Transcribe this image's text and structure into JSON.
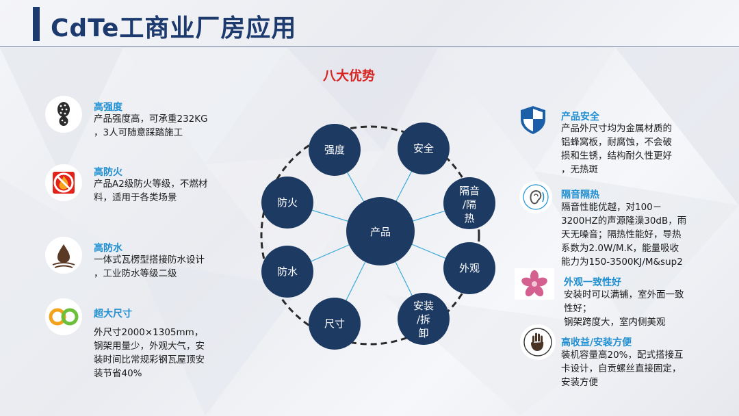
{
  "title": "CdTe工商业厂房应用",
  "subtitle": "八大优势",
  "hub_label": "产品",
  "nodes": {
    "strength": "强度",
    "safety": "安全",
    "sound_1": "隔音",
    "sound_2": "/隔",
    "sound_3": "热",
    "appearance": "外观",
    "install_1": "安装",
    "install_2": "/拆",
    "install_3": "卸",
    "size": "尺寸",
    "waterproof": "防水",
    "fireproof": "防火"
  },
  "colors": {
    "node_fill": "#1d3a63",
    "title": "#1d3a6e",
    "heading": "#1f8fd1",
    "subtitle": "#d6231f",
    "spoke": "#3aa9d9"
  },
  "left_features": [
    {
      "icon": "footprint-icon",
      "heading": "高强度",
      "lines": [
        "产品强度高，可承重232KG",
        "，3人可随意踩踏施工"
      ]
    },
    {
      "icon": "no-fire-icon",
      "heading": "高防火",
      "lines": [
        "产品A2级防火等级，不燃材",
        "料，适用于各类场景"
      ]
    },
    {
      "icon": "water-drop-icon",
      "heading": "高防水",
      "lines": [
        "一体式瓦楞型搭接防水设计",
        "，工业防水等级二级"
      ]
    },
    {
      "icon": "infinity-icon",
      "heading": "超大尺寸",
      "lines": [
        "外尺寸2000×1305mm，",
        "钢架用量少，外观大气，安",
        "装时间比常规彩钢瓦屋顶安",
        "装节省40%"
      ]
    }
  ],
  "right_features": [
    {
      "icon": "shield-icon",
      "heading": "产品安全",
      "lines": [
        "产品外尺寸均为金属材质的",
        "铝蜂窝板，耐腐蚀，不会破",
        "损和生锈，结构耐久性更好",
        "，无热斑"
      ]
    },
    {
      "icon": "ear-icon",
      "heading": "隔音隔热",
      "lines": [
        "隔音性能优越，对100－",
        "3200HZ的声源隆澡30dB，雨",
        "天无噪音；隔热性能好，导热",
        "系数为2.0W/M.K，能量吸收",
        "能力为150-3500KJ/M&sup2"
      ]
    },
    {
      "icon": "flower-icon",
      "heading": "外观一致性好",
      "lines": [
        "安装时可以满铺，室外面一致",
        "性好；",
        "钢架跨度大，室内侧美观"
      ]
    },
    {
      "icon": "hand-icon",
      "heading": "高收益/安装方便",
      "lines": [
        "装机容量高20%，配式搭接互",
        "卡设计，自贡螺丝直接固定，",
        "安装方便"
      ]
    }
  ]
}
